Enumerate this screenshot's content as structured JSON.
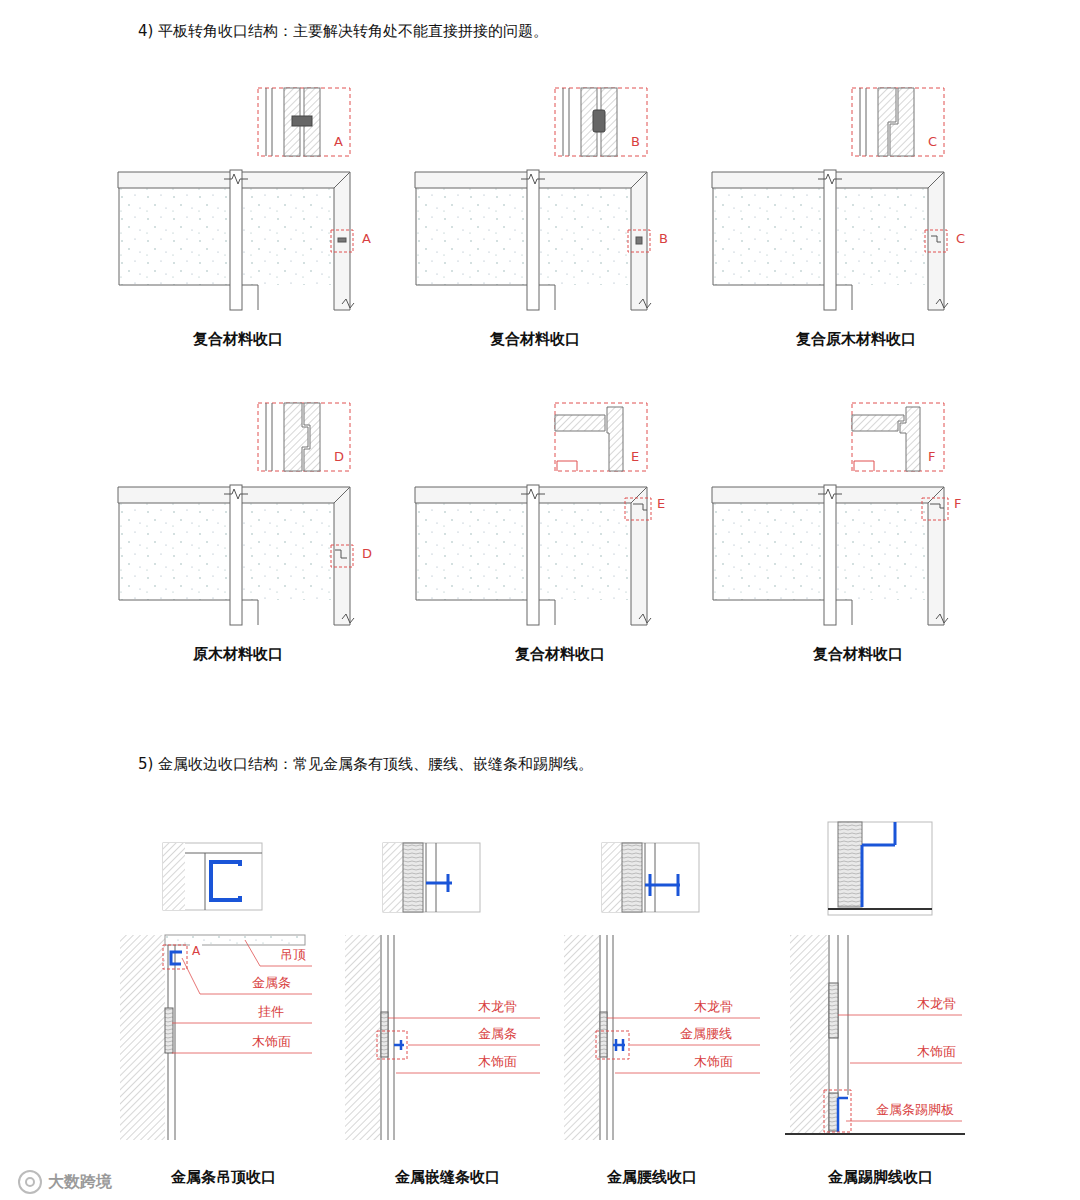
{
  "diagram": {
    "labels": [
      "4) 平板转角收口结构：主要解决转角处不能直接拼接的问题。",
      "A",
      "A",
      "复合材料收口",
      "B",
      "B",
      "复合材料收口",
      "C",
      "C",
      "复合原木材料收口",
      "D",
      "D",
      "原木材料收口",
      "E",
      "E",
      "复合材料收口",
      "F",
      "F",
      "复合材料收口",
      "5) 金属收边收口结构：常见金属条有顶线、腰线、嵌缝条和踢脚线。",
      "A",
      "吊顶",
      "金属条",
      "挂件",
      "木饰面",
      "金属条吊顶收口",
      "木龙骨",
      "金属条",
      "木饰面",
      "金属嵌缝条收口",
      "木龙骨",
      "金属腰线",
      "木饰面",
      "金属腰线收口",
      "木龙骨",
      "木饰面",
      "金属条踢脚板",
      "金属踢脚线收口",
      "大数跨境"
    ]
  }
}
